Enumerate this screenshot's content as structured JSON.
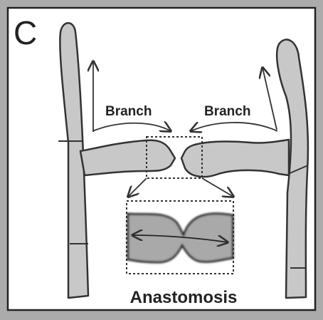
{
  "panel": {
    "letter": "C",
    "labels": {
      "branch_left": "Branch",
      "branch_right": "Branch",
      "anastomosis": "Anastomosis"
    }
  },
  "colors": {
    "outer_background": "#ababab",
    "panel_background": "#ffffff",
    "hypha_fill": "#c9c8c8",
    "inset_fill": "#a9a9a9",
    "stroke": "#333333"
  }
}
